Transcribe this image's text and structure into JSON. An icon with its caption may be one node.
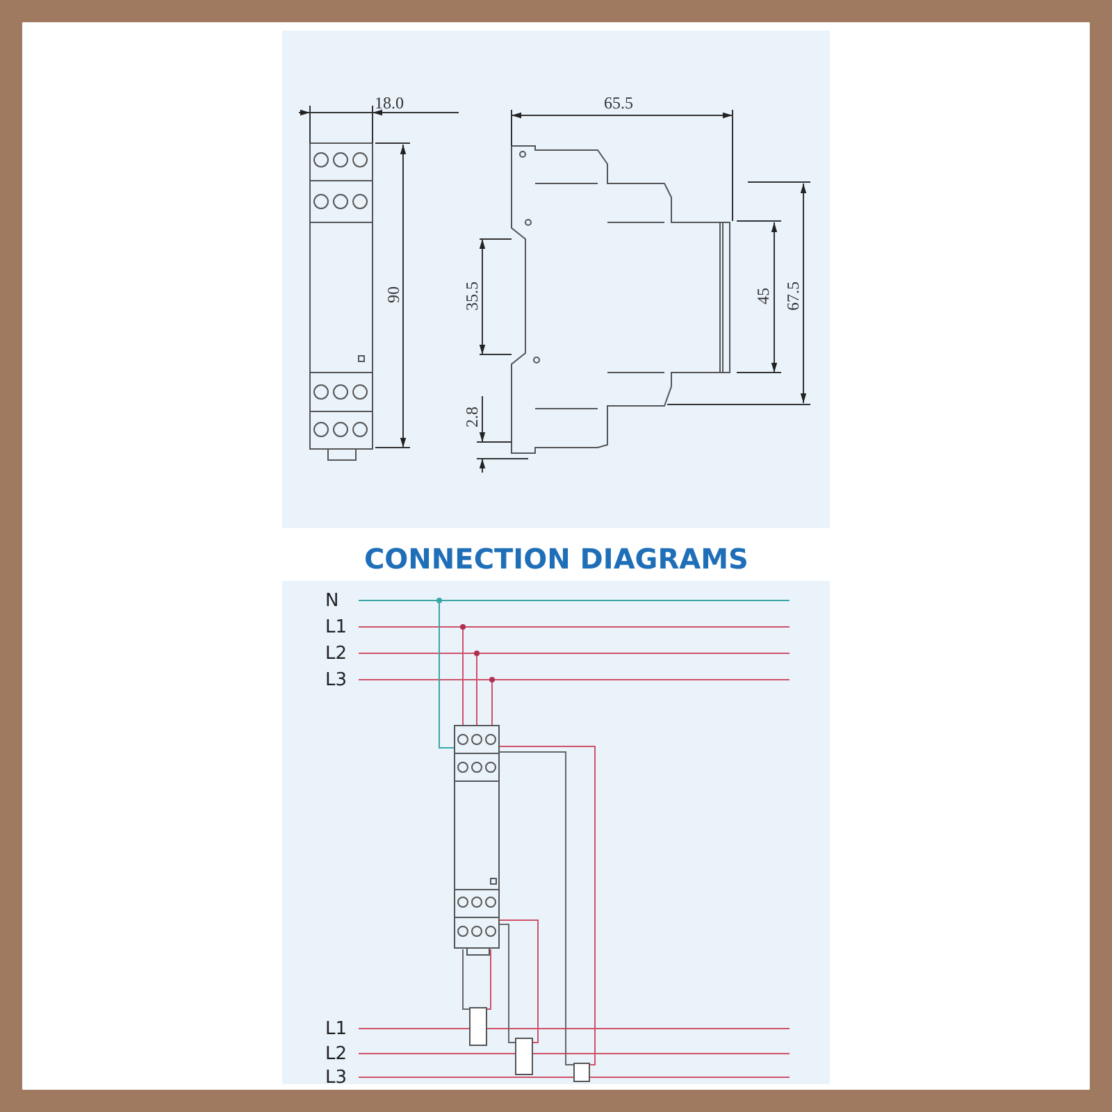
{
  "diagram": {
    "labels": [
      "18.0",
      "65.5",
      "90",
      "35.5",
      "2.8",
      "45",
      "67.5",
      "CONNECTION DIAGRAMS",
      "N",
      "L1",
      "L2",
      "L3",
      "L1",
      "L2",
      "L3"
    ]
  }
}
